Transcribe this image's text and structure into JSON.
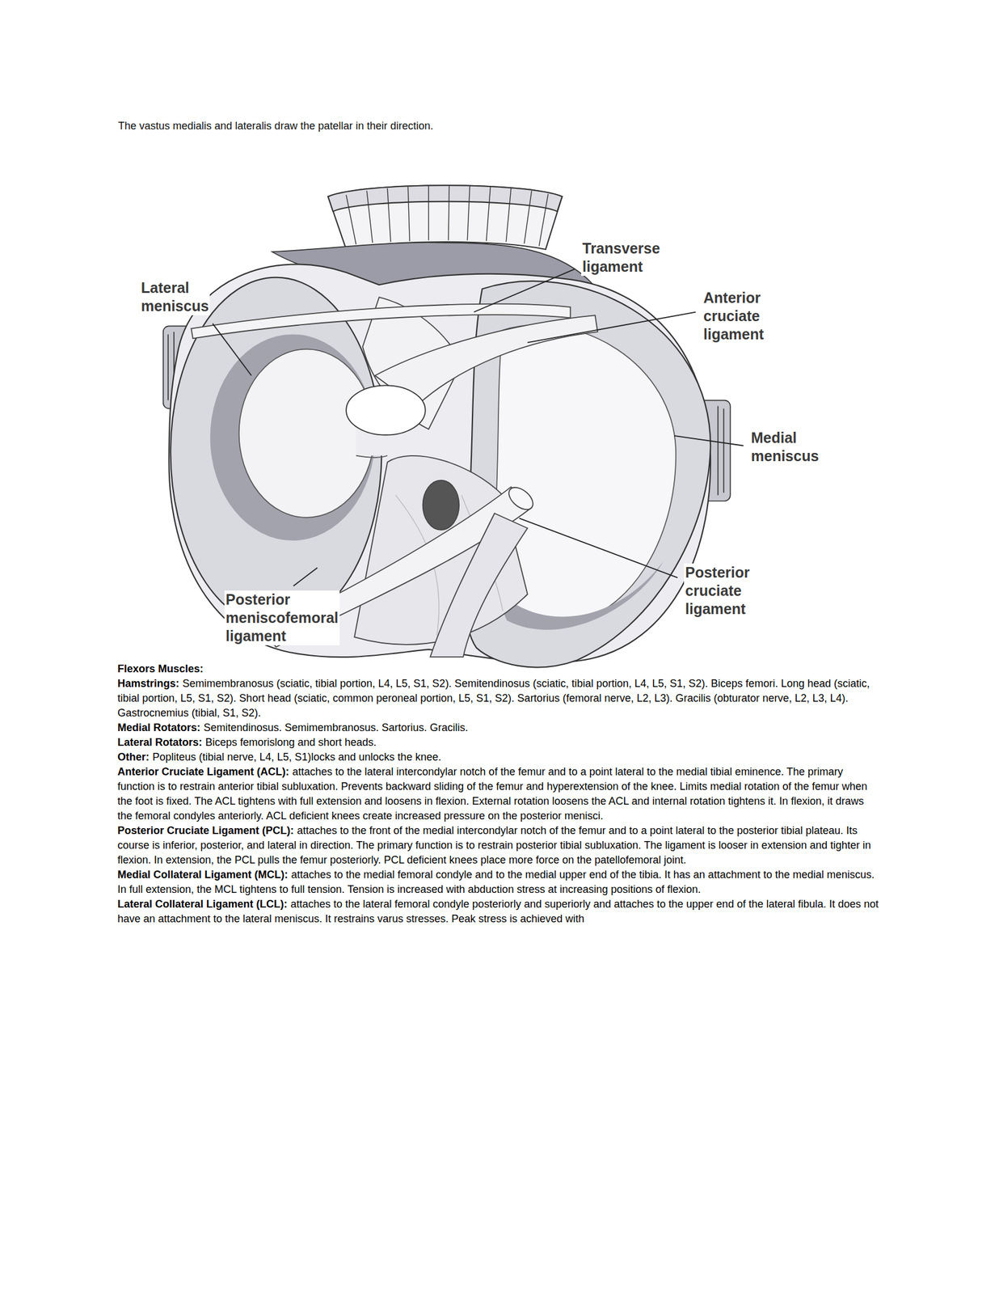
{
  "diagram": {
    "labels": [
      "The vastus medialis and lateralis draw the patellar in their direction.",
      "Lateral meniscus",
      "Transverse ligament",
      "Anterior cruciate ligament",
      "Medial meniscus",
      "Posterior cruciate ligament",
      "Posterior meniscofemoral ligament",
      "Flexors Muscles:",
      "Hamstrings:",
      "Semimembranosus (sciatic, tibial portion, L4, L5, S1, S2). Semitendinosus (sciatic, tibial portion, L4, L5, S1, S2). Biceps femori. Long head (sciatic, tibial portion, L5, S1, S2). Short head (sciatic, common peroneal portion, L5, S1, S2). Sartorius (femoral nerve, L2, L3). Gracilis (obturator nerve, L2, L3, L4). Gastrocnemius (tibial, S1, S2).",
      "Medial Rotators:",
      "Semitendinosus. Semimembranosus. Sartorius. Gracilis.",
      "Lateral Rotators:",
      "Biceps femorislong and short heads.",
      "Other:",
      "Popliteus (tibial nerve, L4, L5, S1)locks and unlocks the knee.",
      "Anterior Cruciate Ligament (ACL):",
      "attaches to the lateral intercondylar notch of the femur and to a point lateral to the medial tibial eminence. The primary function is to restrain anterior tibial subluxation. Prevents backward sliding of the femur and hyperextension of the knee. Limits medial rotation of the femur when the foot is fixed. The ACL tightens with full extension and loosens in flexion. External rotation loosens the ACL and internal rotation tightens it. In flexion, it draws the femoral condyles anteriorly. ACL deficient knees create increased pressure on the posterior menisci.",
      "Posterior Cruciate Ligament (PCL):",
      "attaches to the front of the medial intercondylar notch of the femur and to a point lateral to the posterior tibial plateau. Its course is inferior, posterior, and lateral in direction. The primary function is to restrain posterior tibial subluxation. The ligament is looser in extension and tighter in flexion. In extension, the PCL pulls the femur posteriorly. PCL deficient knees place more force on the patellofemoral joint.",
      "Medial Collateral Ligament (MCL):",
      "attaches to the medial femoral condyle and to the medial upper end of the tibia. It has an attachment to the medial meniscus. In full extension, the MCL tightens to full tension. Tension is increased with abduction stress at increasing positions of flexion.",
      "Lateral Collateral Ligament (LCL):",
      "attaches to the lateral femoral condyle posteriorly and superiorly and attaches to the upper end of the lateral fibula. It does not have an attachment to the lateral meniscus. It restrains varus stresses. Peak stress is achieved with"
    ]
  }
}
